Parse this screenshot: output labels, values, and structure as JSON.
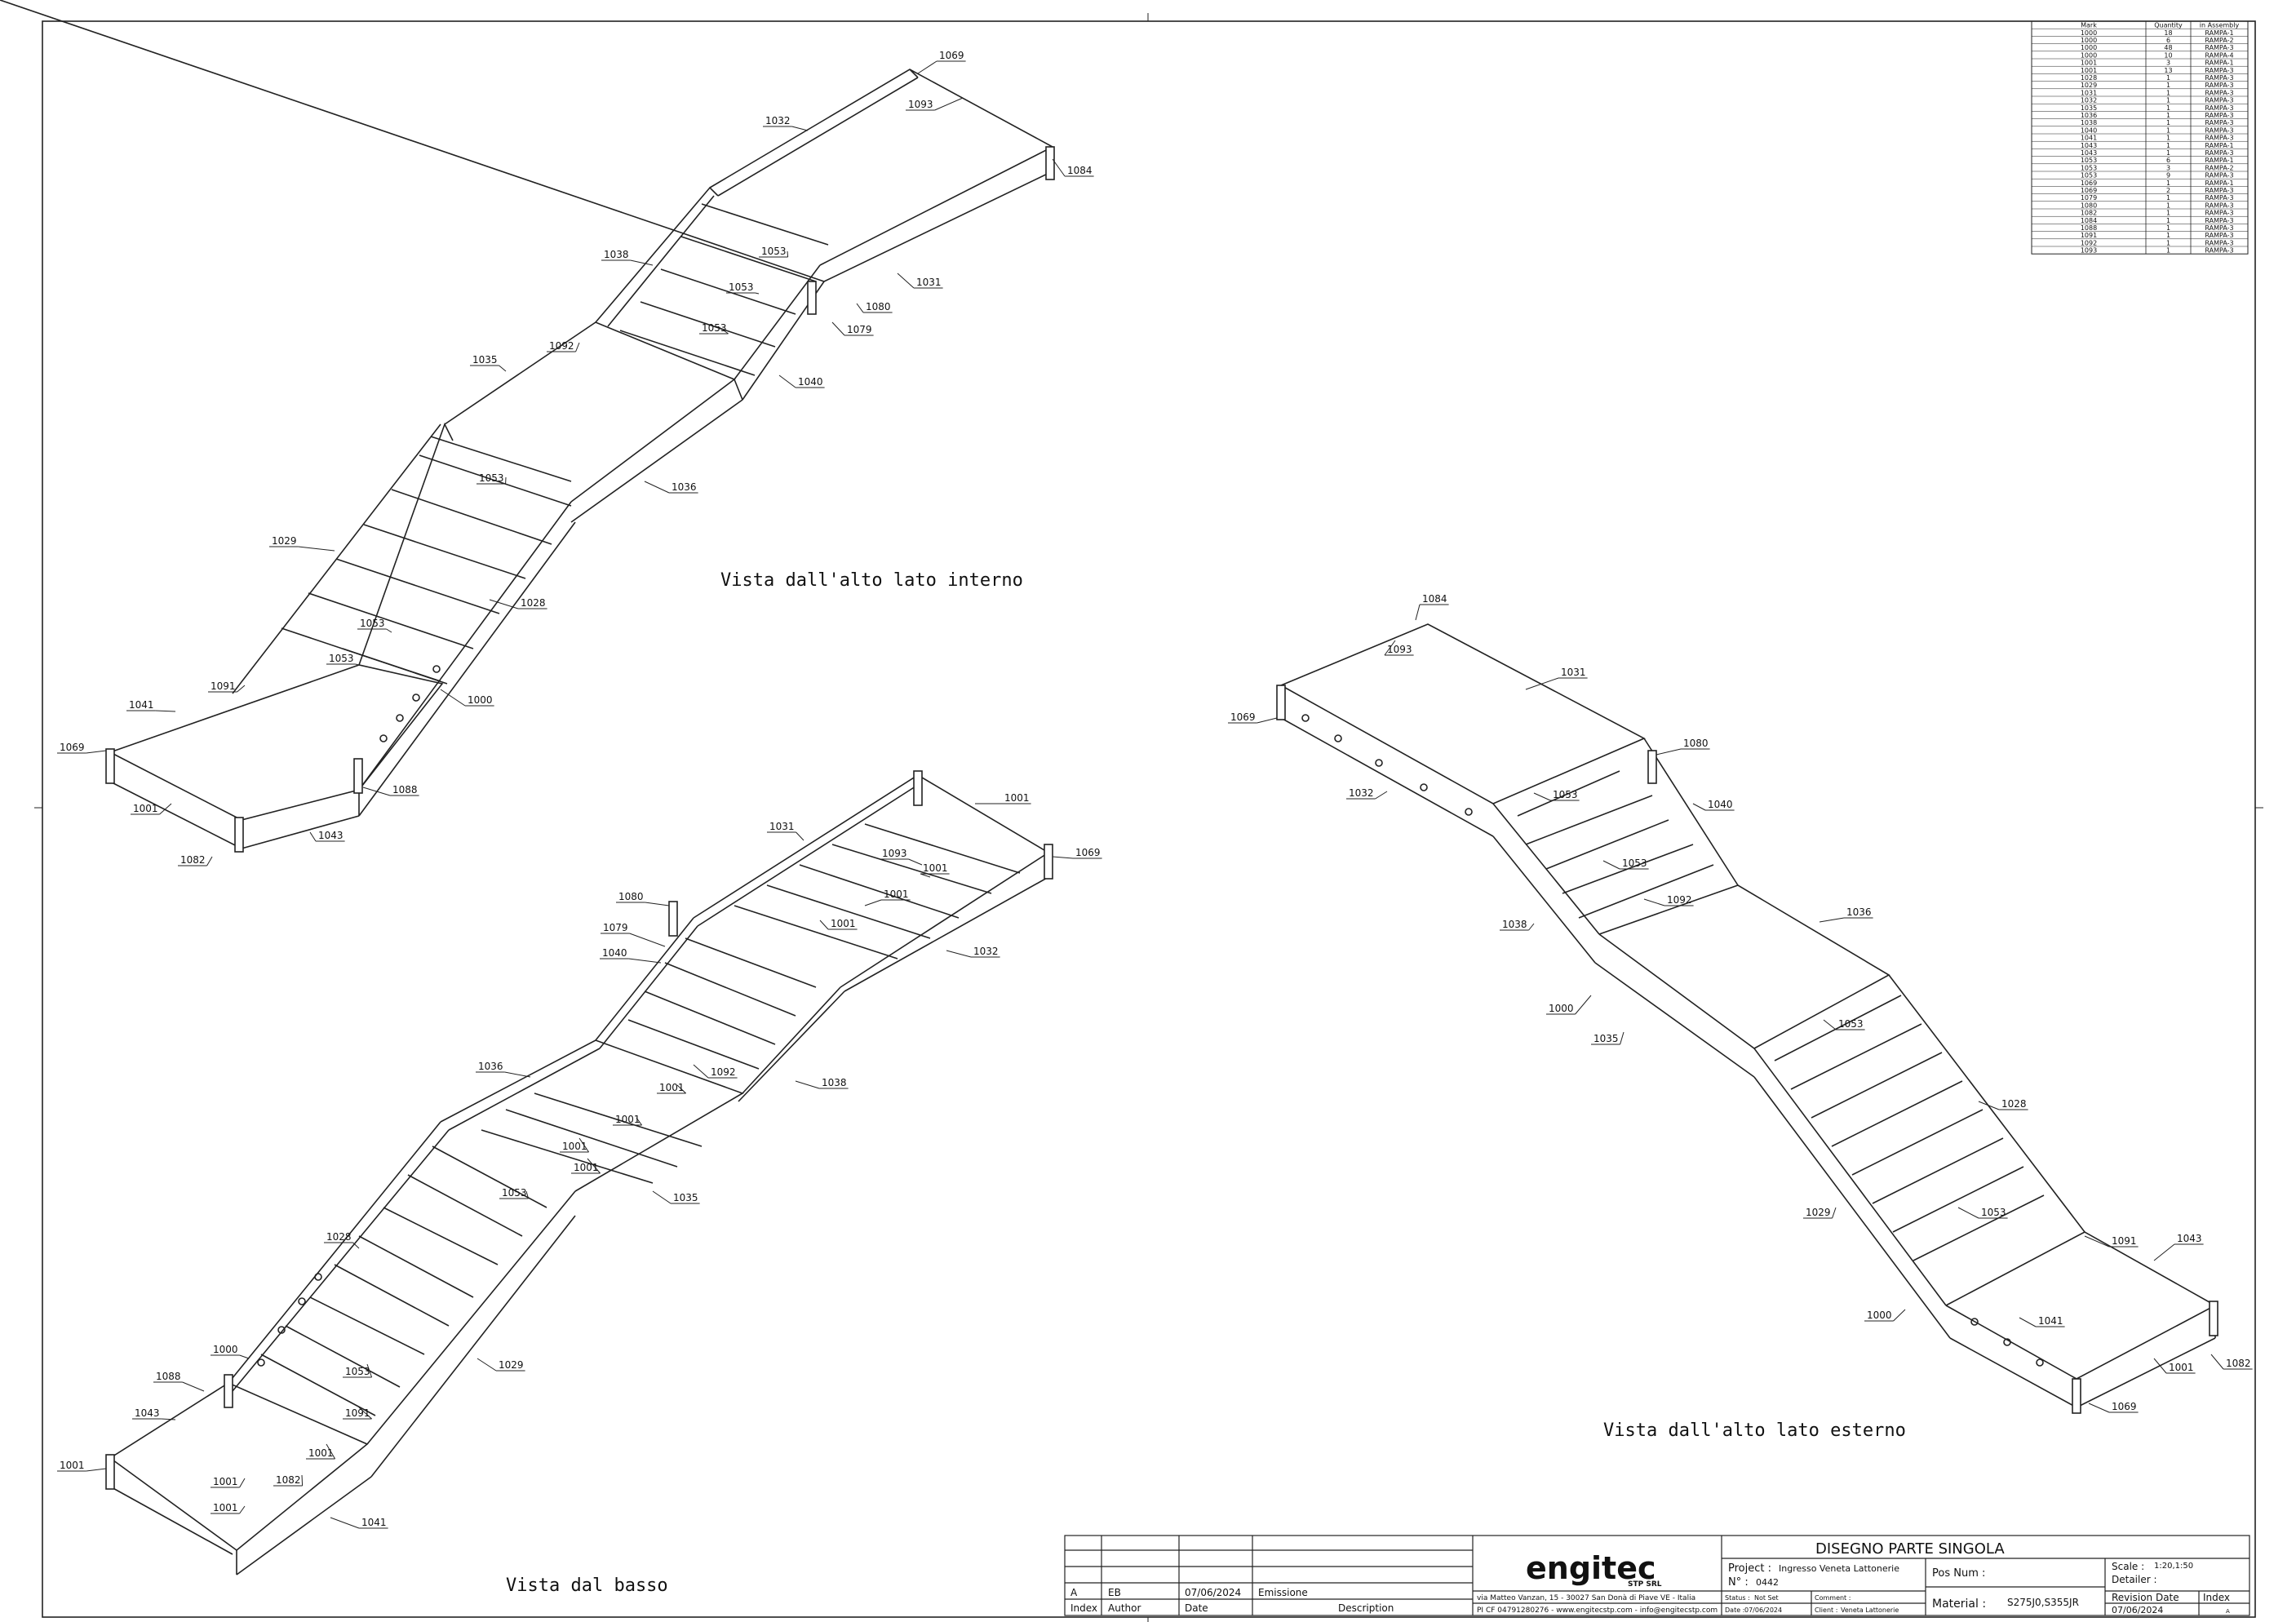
{
  "views": {
    "top_left": "Vista dall'alto lato interno",
    "bottom_left": "Vista dal basso",
    "right": "Vista dall'alto lato esterno"
  },
  "parts_table": {
    "headers": [
      "Mark",
      "Quantity",
      "in Assembly"
    ],
    "rows": [
      [
        "1000",
        "18",
        "RAMPA-1"
      ],
      [
        "1000",
        "6",
        "RAMPA-2"
      ],
      [
        "1000",
        "48",
        "RAMPA-3"
      ],
      [
        "1000",
        "10",
        "RAMPA-4"
      ],
      [
        "1001",
        "3",
        "RAMPA-1"
      ],
      [
        "1001",
        "13",
        "RAMPA-3"
      ],
      [
        "1028",
        "1",
        "RAMPA-3"
      ],
      [
        "1029",
        "1",
        "RAMPA-3"
      ],
      [
        "1031",
        "1",
        "RAMPA-3"
      ],
      [
        "1032",
        "1",
        "RAMPA-3"
      ],
      [
        "1035",
        "1",
        "RAMPA-3"
      ],
      [
        "1036",
        "1",
        "RAMPA-3"
      ],
      [
        "1038",
        "1",
        "RAMPA-3"
      ],
      [
        "1040",
        "1",
        "RAMPA-3"
      ],
      [
        "1041",
        "1",
        "RAMPA-3"
      ],
      [
        "1043",
        "1",
        "RAMPA-1"
      ],
      [
        "1043",
        "1",
        "RAMPA-3"
      ],
      [
        "1053",
        "6",
        "RAMPA-1"
      ],
      [
        "1053",
        "3",
        "RAMPA-2"
      ],
      [
        "1053",
        "9",
        "RAMPA-3"
      ],
      [
        "1069",
        "1",
        "RAMPA-1"
      ],
      [
        "1069",
        "2",
        "RAMPA-3"
      ],
      [
        "1079",
        "1",
        "RAMPA-3"
      ],
      [
        "1080",
        "1",
        "RAMPA-3"
      ],
      [
        "1082",
        "1",
        "RAMPA-3"
      ],
      [
        "1084",
        "1",
        "RAMPA-3"
      ],
      [
        "1088",
        "1",
        "RAMPA-3"
      ],
      [
        "1091",
        "1",
        "RAMPA-3"
      ],
      [
        "1092",
        "1",
        "RAMPA-3"
      ],
      [
        "1093",
        "1",
        "RAMPA-3"
      ]
    ]
  },
  "title_block": {
    "logo": "engitec",
    "logo_sub": "STP SRL",
    "address": "via Matteo Vanzan, 15 - 30027 San Donà di Piave VE - Italia",
    "contacts": "PI CF 04791280276 - www.engitecstp.com - info@engitecstp.com",
    "drawing_title": "DISEGNO PARTE SINGOLA",
    "project_label": "Project :",
    "project_value": "Ingresso Veneta Lattonerie",
    "number_label": "N° :",
    "number_value": "0442",
    "pos_label": "Pos Num :",
    "scale_label": "Scale :",
    "scale_value": "1:20,1:50",
    "detailer_label": "Detailer :",
    "status_label": "Status :",
    "status_value": "Not Set",
    "comment_label": "Comment :",
    "date_label": "Date :",
    "date_value": "07/06/2024",
    "client_label": "Client :",
    "client_value": "Veneta Lattonerie",
    "material_label": "Material :",
    "material_value": "S275J0,S355JR",
    "revision_date_label": "Revision Date",
    "revision_date_value": "07/06/2024",
    "index_label": "Index",
    "index_value": "A",
    "revision": {
      "index": "A",
      "author": "EB",
      "date": "07/06/2024",
      "description": "Emissione"
    },
    "revision_headers": {
      "index": "Index",
      "author": "Author",
      "date": "Date",
      "description": "Description"
    }
  },
  "callouts": {
    "view1": [
      "1069",
      "1032",
      "1093",
      "1084",
      "1038",
      "1053",
      "1053",
      "1080",
      "1031",
      "1079",
      "1035",
      "1092",
      "1053",
      "1040",
      "1053",
      "1036",
      "1029",
      "1028",
      "1053",
      "1053",
      "1091",
      "1041",
      "1000",
      "1069",
      "1088",
      "1001",
      "1043",
      "1082"
    ],
    "view2": [
      "1031",
      "1001",
      "1069",
      "1093",
      "1001",
      "1080",
      "1001",
      "1079",
      "1001",
      "1032",
      "1040",
      "1036",
      "1092",
      "1038",
      "1001",
      "1001",
      "1001",
      "1001",
      "1053",
      "1035",
      "1028",
      "1029",
      "1000",
      "1053",
      "1088",
      "1091",
      "1043",
      "1001",
      "1001",
      "1082",
      "1001",
      "1001",
      "1041"
    ],
    "view3": [
      "1084",
      "1093",
      "1031",
      "1069",
      "1080",
      "1032",
      "1053",
      "1040",
      "1053",
      "1092",
      "1038",
      "1036",
      "1000",
      "1053",
      "1035",
      "1028",
      "1053",
      "1029",
      "1091",
      "1043",
      "1000",
      "1041",
      "1082",
      "1001",
      "1069"
    ]
  }
}
